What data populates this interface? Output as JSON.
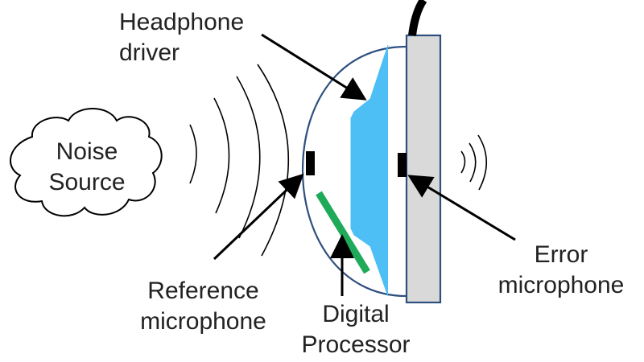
{
  "labels": {
    "headphone_driver": [
      "Headphone",
      "driver"
    ],
    "noise_source": [
      "Noise",
      "Source"
    ],
    "reference_microphone": [
      "Reference",
      "microphone"
    ],
    "digital_processor": [
      "Digital",
      "Processor"
    ],
    "error_microphone": [
      "Error",
      "microphone"
    ]
  },
  "colors": {
    "driver": "#4dbff5",
    "housing": "#d9d9d9",
    "housing_stroke": "#2f4f7f",
    "processor": "#1faa59",
    "microphone": "#000000",
    "cable": "#000000",
    "sound_wave": "#000000",
    "arrow": "#000000",
    "cup_outline": "#2f4f7f",
    "text": "#222222"
  },
  "icons": {
    "noise_source": "cloud-icon",
    "sound_waves_left": "sound-waves-icon",
    "sound_waves_right": "sound-waves-icon"
  }
}
